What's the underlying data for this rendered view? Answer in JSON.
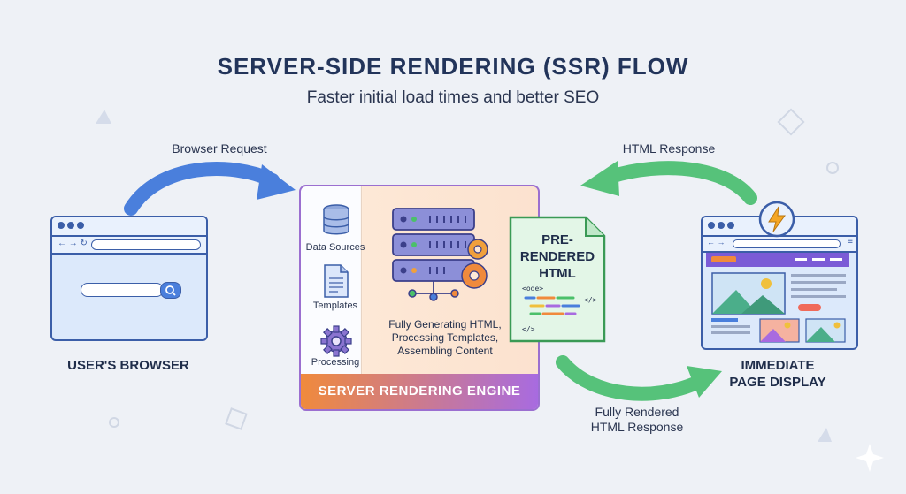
{
  "header": {
    "title": "SERVER-SIDE RENDERING (SSR) FLOW",
    "subtitle": "Faster initial load times and better SEO"
  },
  "flow": {
    "browser_request_label": "Browser Request",
    "html_response_label": "HTML Response",
    "fully_rendered_label": "Fully Rendered\nHTML Response"
  },
  "browser": {
    "caption": "USER'S BROWSER"
  },
  "engine": {
    "footer": "SERVER RENDERING ENGINE",
    "side_items": [
      "Data Sources",
      "Templates",
      "Processing"
    ],
    "description": "Fully Generating HTML, Processing Templates, Assembling Content"
  },
  "document": {
    "title": "PRE-\nRENDERED\nHTML",
    "code_open": "<ode>",
    "code_close": "</>"
  },
  "display": {
    "caption": "IMMEDIATE\nPAGE DISPLAY"
  },
  "colors": {
    "blue_arrow": "#4a7fdc",
    "green_arrow": "#56c27a",
    "window_border": "#3b5ea8",
    "engine_gradient_start": "#f08a3c",
    "engine_gradient_end": "#a86be0",
    "lightning": "#f5a623"
  }
}
